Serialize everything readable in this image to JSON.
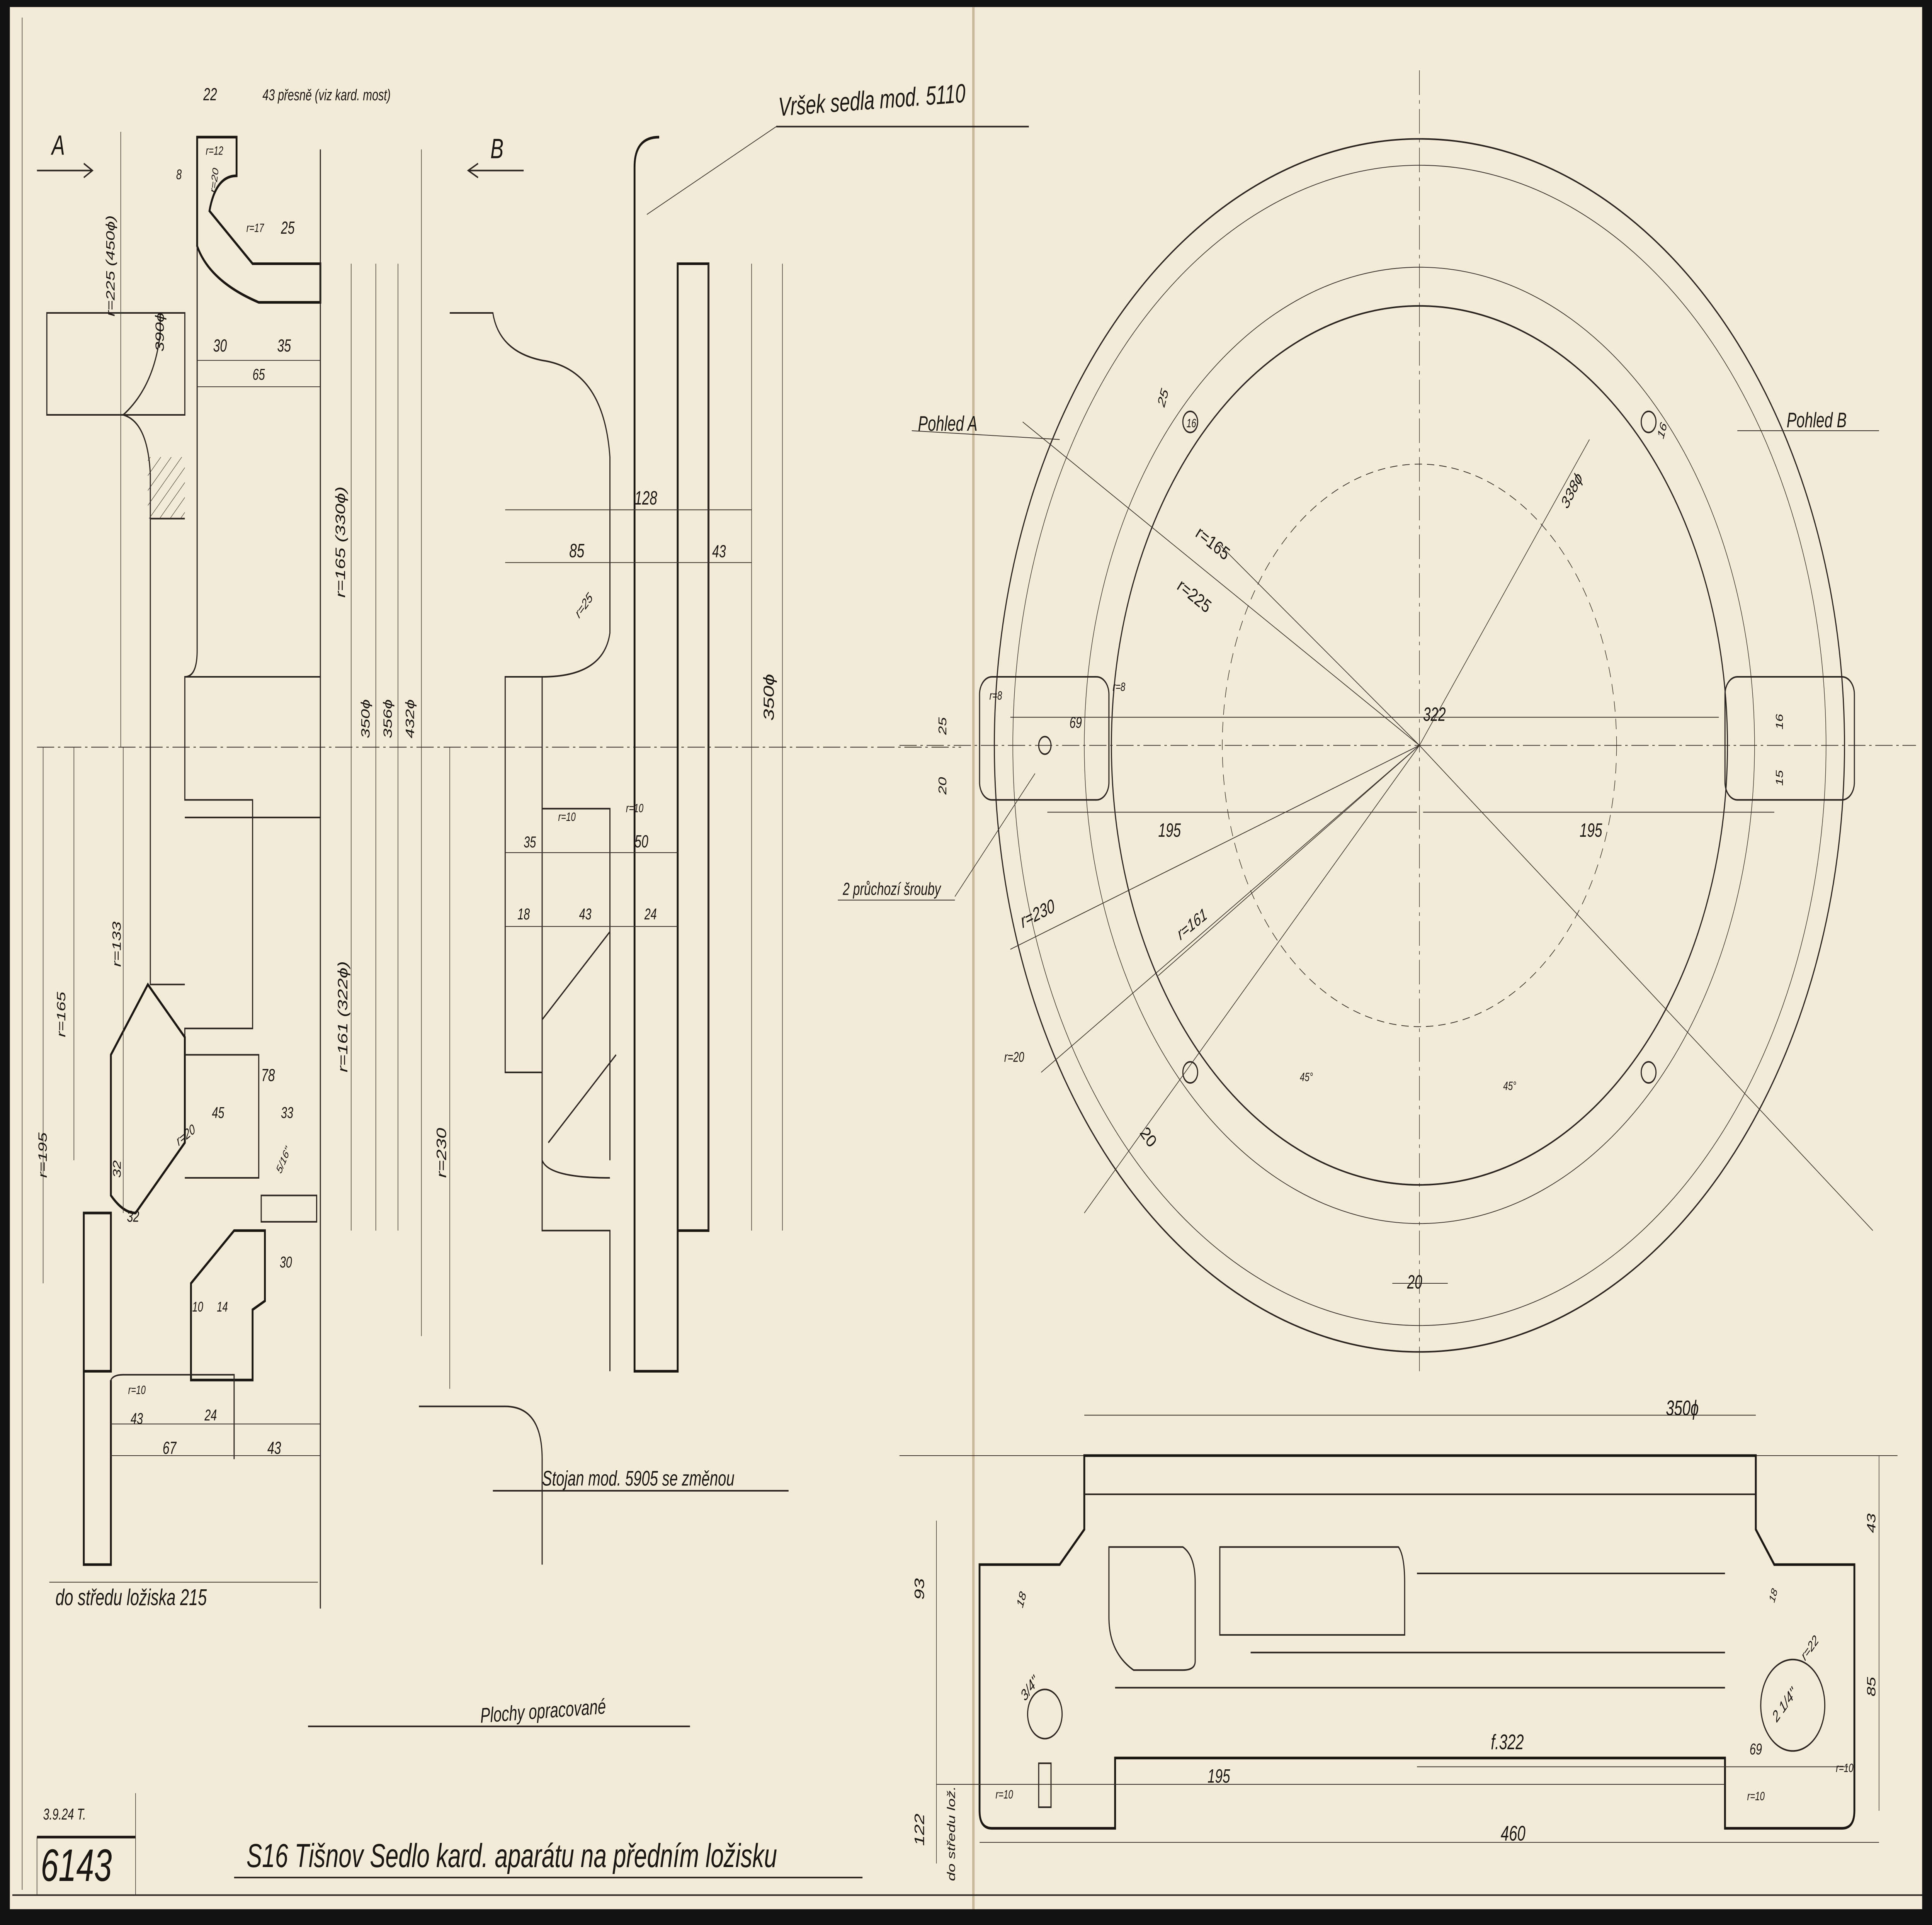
{
  "title_block": {
    "drawing_number": "6143",
    "date_initials": "3.9.24 T.",
    "title": "S16 Tišnov  Sedlo kard. aparátu na předním ložisku"
  },
  "notes": {
    "view_a": "A",
    "view_b": "B",
    "upper_part": "Vršek sedla mod. 5110",
    "stand": "Stojan mod. 5905 se změnou",
    "machined": "Plochy opracované",
    "to_bearing_center": "do středu ložiska 215",
    "view_a_label": "Pohled A",
    "view_b_label": "Pohled B",
    "bolts": "2 průchozí šrouby",
    "to_bearing_center_short": "do středu lož.",
    "exact_43": "43 přesně (viz kard. most)"
  },
  "dims": {
    "d22": "22",
    "r12": "r=12",
    "r20a": "r=20",
    "r17": "r=17",
    "d25a": "25",
    "d8": "8",
    "r225_450": "r=225 (450ϕ)",
    "d390": "390ϕ",
    "d30a": "30",
    "d35a": "35",
    "d65": "65",
    "r165_330": "r=165 (330ϕ)",
    "d350a": "350ϕ",
    "d356": "356ϕ",
    "d432": "432ϕ",
    "r161_322": "r=161 (322ϕ)",
    "r230a": "r=230",
    "r165a": "r=165",
    "r133": "r=133",
    "r195": "r=195",
    "d128": "128",
    "d85": "85",
    "d43a": "43",
    "r25": "r=25",
    "d350b": "350ϕ",
    "r10a": "r=10",
    "r10b": "r=10",
    "d35b": "35",
    "d50": "50",
    "d18a": "18",
    "d43b": "43",
    "d24a": "24",
    "d78": "78",
    "d45a": "45",
    "d33": "33",
    "r20b": "r=20",
    "d32a": "32",
    "d32b": "32",
    "thread": "5/16\"",
    "d30b": "30",
    "d10": "10",
    "d14": "14",
    "r10c": "r=10",
    "d43c": "43",
    "d24b": "24",
    "d67": "67",
    "d43d": "43",
    "r165b": "r=165",
    "r225b": "r=225",
    "d338": "338ϕ",
    "d25b": "25",
    "d16a": "16",
    "d16b": "16",
    "d322": "322",
    "r8a": "r=8",
    "r8b": "r=8",
    "d69a": "69",
    "d25c": "25",
    "d20a": "20",
    "d16c": "16",
    "d15": "15",
    "d195a": "195",
    "d195b": "195",
    "r230b": "r=230",
    "r161": "r=161",
    "r20c": "r=20",
    "d20b": "20",
    "a45a": "45°",
    "a45b": "45°",
    "d20c": "20",
    "d350c": "350ϕ",
    "d93": "93",
    "d18b": "18",
    "d43e": "43",
    "d18c": "18",
    "r22": "r=22",
    "thread34": "3/4\"",
    "thread214": "2 1/4\"",
    "d85b": "85",
    "f322": "f.322",
    "d195c": "195",
    "d69b": "69",
    "r10d": "r=10",
    "r10e": "r=10",
    "r10f": "r=10",
    "d460": "460",
    "d122": "122"
  },
  "colors": {
    "paper": "#f3ebd8",
    "ink": "#1a1612",
    "border": "#111111"
  }
}
